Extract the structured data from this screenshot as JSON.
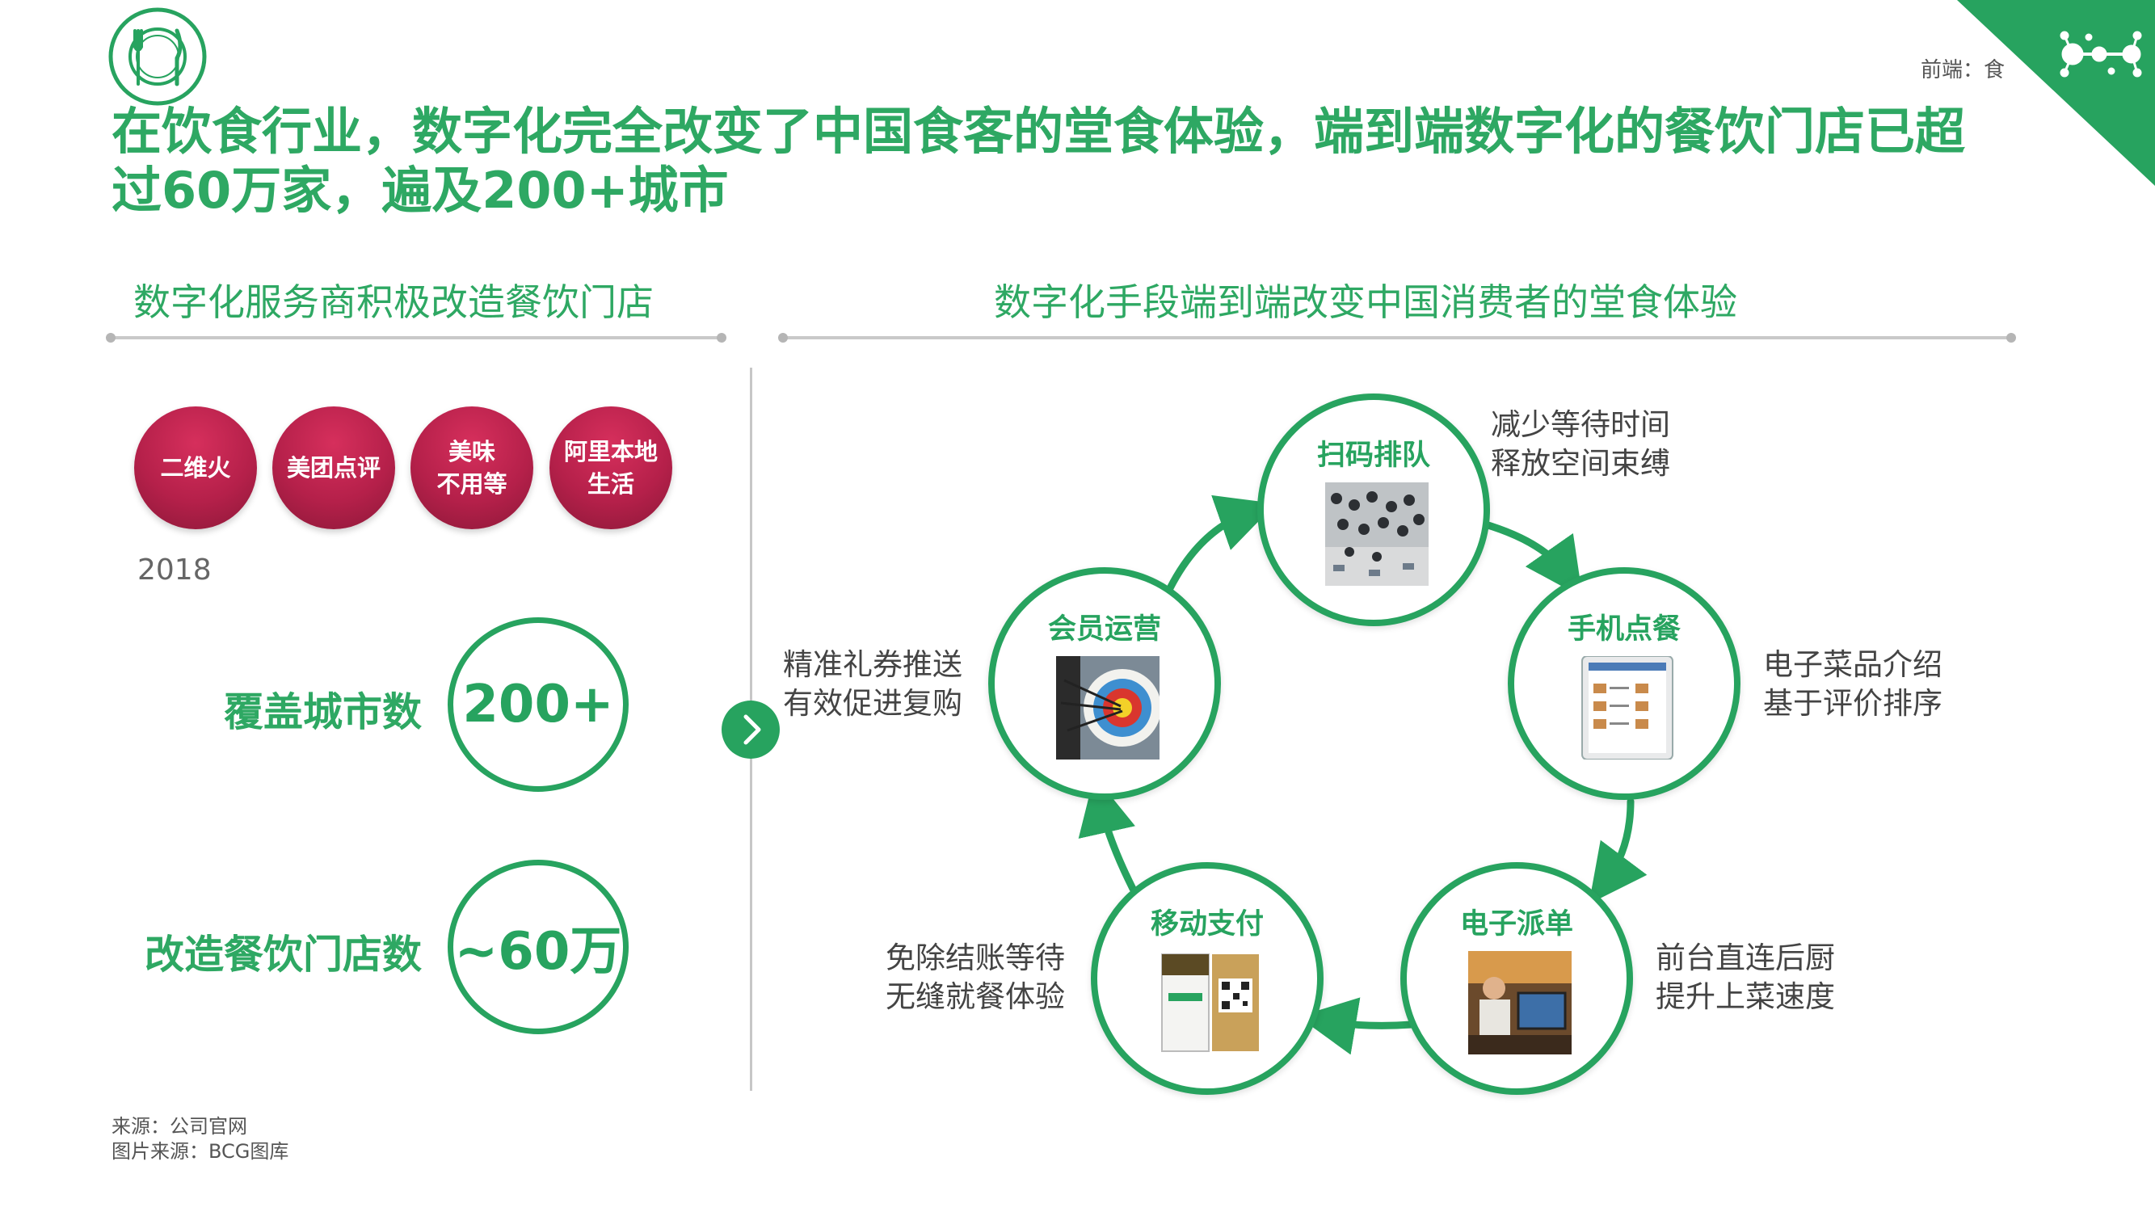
{
  "header": {
    "section_label": "前端：食",
    "headline": "在饮食行业，数字化完全改变了中国食客的堂食体验，端到端数字化的餐饮门店已超过60万家，遍及200+城市"
  },
  "left": {
    "title": "数字化服务商积极改造餐饮门店",
    "providers": [
      "二维火",
      "美团点评",
      "美味\n不用等",
      "阿里本地\n生活"
    ],
    "year": "2018",
    "stats": [
      {
        "label": "覆盖城市数",
        "value": "200+"
      },
      {
        "label": "改造餐饮门店数",
        "value": "~60万"
      }
    ]
  },
  "right": {
    "title": "数字化手段端到端改变中国消费者的堂食体验",
    "steps": [
      {
        "name": "扫码排队",
        "desc": [
          "减少等待时间",
          "释放空间束缚"
        ]
      },
      {
        "name": "手机点餐",
        "desc": [
          "电子菜品介绍",
          "基于评价排序"
        ]
      },
      {
        "name": "电子派单",
        "desc": [
          "前台直连后厨",
          "提升上菜速度"
        ]
      },
      {
        "name": "移动支付",
        "desc": [
          "免除结账等待",
          "无缝就餐体验"
        ]
      },
      {
        "name": "会员运营",
        "desc": [
          "精准礼券推送",
          "有效促进复购"
        ]
      }
    ]
  },
  "footer": {
    "source": "来源：公司官网",
    "image_source": "图片来源：BCG图库"
  },
  "colors": {
    "accent": "#27a35f",
    "headline": "#2ea863",
    "bubble": "#b5204a"
  }
}
